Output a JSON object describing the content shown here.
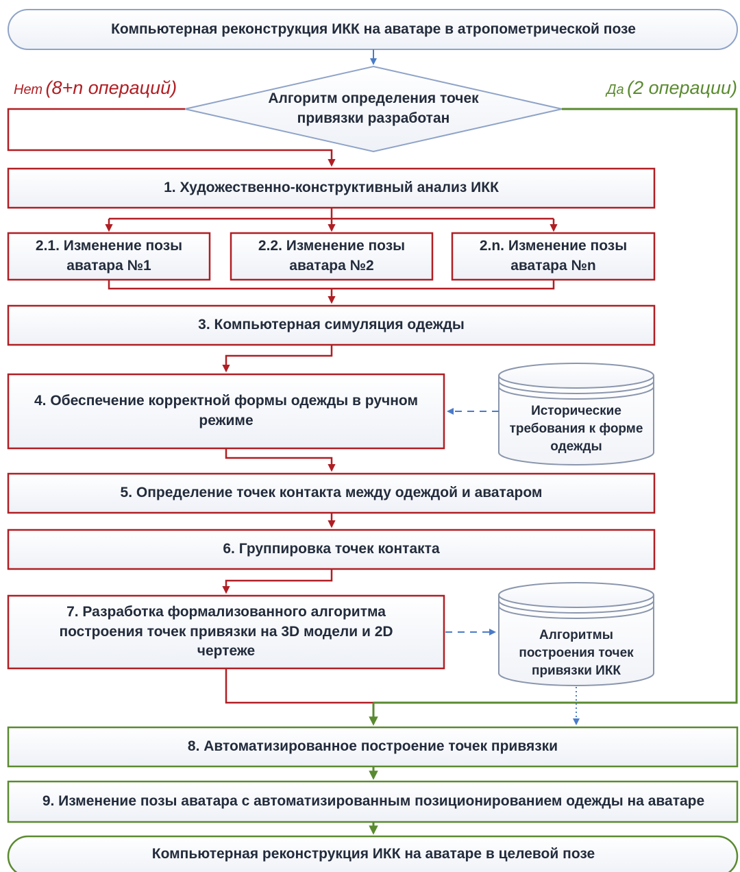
{
  "colors": {
    "red": "#b01e23",
    "green": "#5a8a30",
    "blue": "#4a7bc8",
    "text": "#232c3c",
    "terminator_border": "#8fa3c7",
    "box_fill": "#f3f5fa"
  },
  "start": "Компьютерная реконструкция ИКК на аватаре в атропометрической позе",
  "decision": "Алгоритм определения точек привязки разработан",
  "branch_no": {
    "word": "Нет",
    "ops": "(8+n операций)"
  },
  "branch_yes": {
    "word": "Да",
    "ops": "(2 операции)"
  },
  "steps": {
    "s1": "1. Художественно-конструктивный анализ ИКК",
    "s2_1": "2.1. Изменение позы аватара №1",
    "s2_2": "2.2. Изменение позы аватара №2",
    "s2_n": "2.n. Изменение позы аватара №n",
    "s3": "3. Компьютерная симуляция одежды",
    "s4": "4. Обеспечение корректной формы одежды в ручном режиме",
    "s5": "5. Определение точек контакта между одеждой и аватаром",
    "s6": "6. Группировка точек контакта",
    "s7": "7. Разработка формализованного алгоритма построения точек привязки на 3D модели и 2D чертеже",
    "s8": "8. Автоматизированное построение точек привязки",
    "s9": "9. Изменение позы аватара с автоматизированным позиционированием одежды на аватаре"
  },
  "databases": {
    "db1": "Исторические требования к форме одежды",
    "db2": "Алгоритмы построения точек привязки ИКК"
  },
  "end": "Компьютерная реконструкция ИКК на аватаре в целевой позе"
}
